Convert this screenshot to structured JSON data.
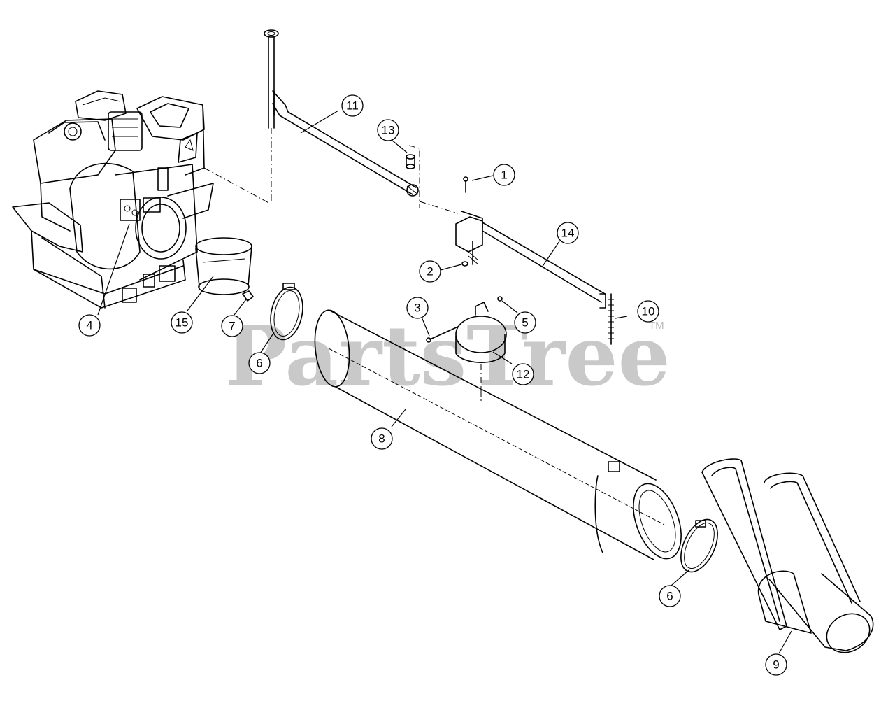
{
  "watermark": {
    "brand": "PartsTree",
    "trademark": "TM"
  },
  "callouts": [
    {
      "id": "callout-1",
      "label": "1"
    },
    {
      "id": "callout-2",
      "label": "2"
    },
    {
      "id": "callout-3",
      "label": "3"
    },
    {
      "id": "callout-4",
      "label": "4"
    },
    {
      "id": "callout-5",
      "label": "5"
    },
    {
      "id": "callout-6a",
      "label": "6"
    },
    {
      "id": "callout-6b",
      "label": "6"
    },
    {
      "id": "callout-7",
      "label": "7"
    },
    {
      "id": "callout-8",
      "label": "8"
    },
    {
      "id": "callout-9",
      "label": "9"
    },
    {
      "id": "callout-10",
      "label": "10"
    },
    {
      "id": "callout-11",
      "label": "11"
    },
    {
      "id": "callout-12",
      "label": "12"
    },
    {
      "id": "callout-13",
      "label": "13"
    },
    {
      "id": "callout-14",
      "label": "14"
    },
    {
      "id": "callout-15",
      "label": "15"
    }
  ]
}
